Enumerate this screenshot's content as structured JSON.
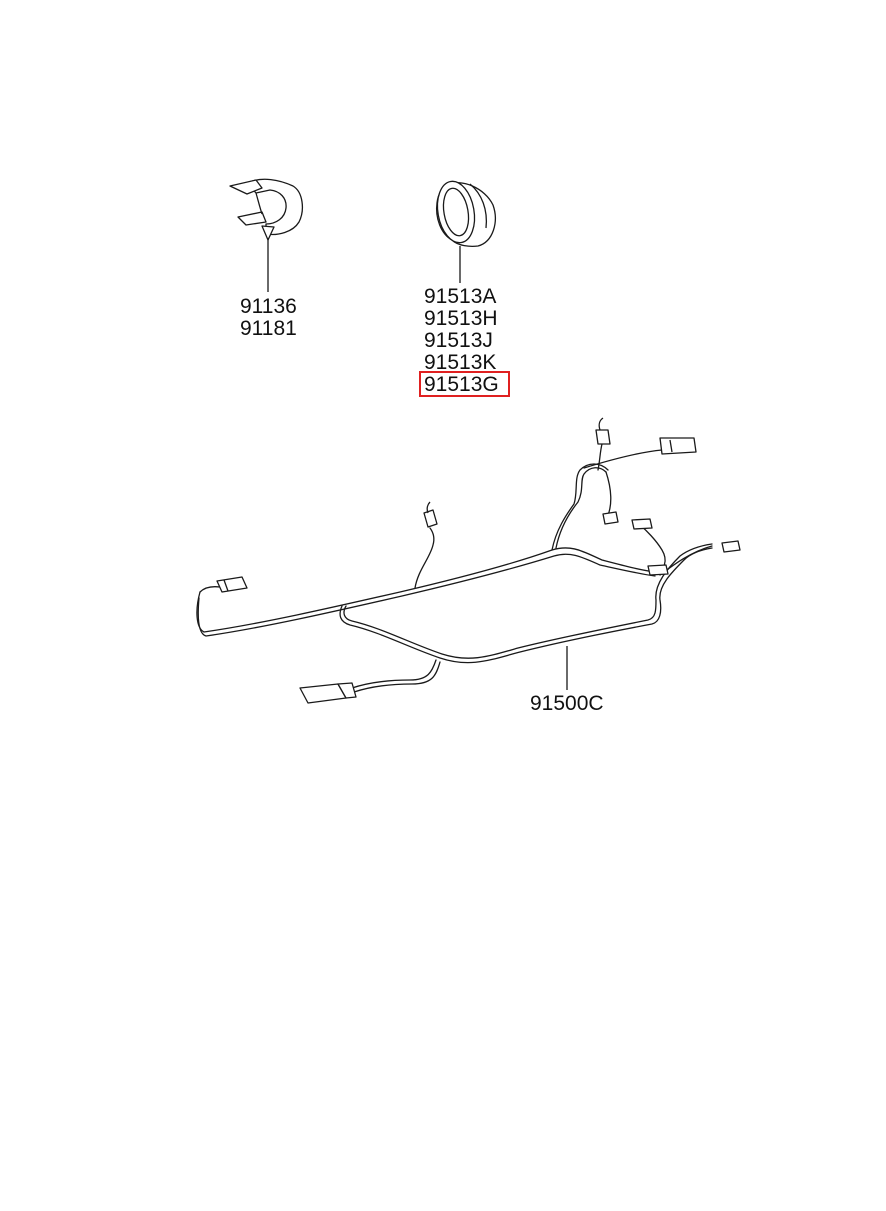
{
  "highlight_color": "#e02020",
  "groups": {
    "clip": {
      "icon": "clip-icon",
      "labels": [
        "91136",
        "91181"
      ]
    },
    "grommet": {
      "icon": "grommet-icon",
      "labels": [
        "91513A",
        "91513H",
        "91513J",
        "91513K",
        "91513G"
      ]
    },
    "harness": {
      "icon": "wiring-harness-icon",
      "labels": [
        "91500C"
      ]
    }
  },
  "highlighted_label": "91513G"
}
